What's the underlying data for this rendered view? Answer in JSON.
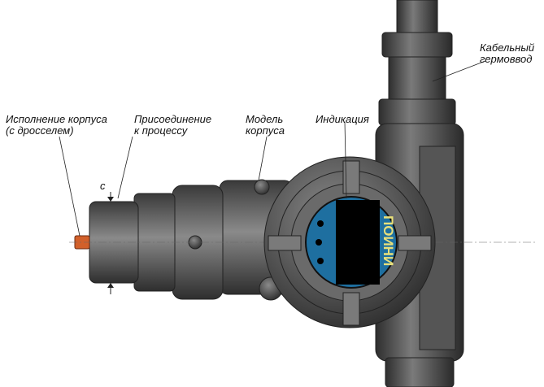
{
  "labels": {
    "housing_variant": [
      "Исполнение корпуса",
      "(с дросселем)"
    ],
    "process_connection": [
      "Присоединение",
      "к процессу"
    ],
    "housing_model": [
      "Модель",
      "корпуса"
    ],
    "indication": [
      "Индикация"
    ],
    "cable_gland": [
      "Кабельный",
      "гермоввод"
    ],
    "dimension_c": "c"
  },
  "logo_text": "ПОИНИ",
  "colors": {
    "body": "#4a4a4a",
    "display": "#1e6fa0",
    "logo": "#e8e07a",
    "choke": "#d2602a"
  }
}
